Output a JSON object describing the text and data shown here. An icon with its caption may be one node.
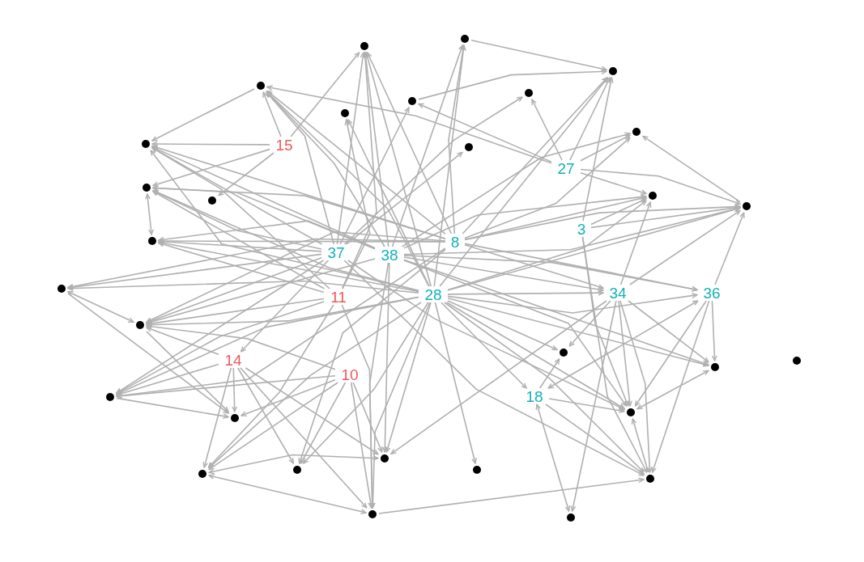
{
  "diagram": {
    "nodes": [
      {
        "text": [],
        "shape": "circle"
      },
      {
        "text": [],
        "shape": "circle"
      },
      {
        "text": [],
        "shape": "circle"
      },
      {
        "text": [],
        "shape": "circle"
      },
      {
        "text": [],
        "shape": "circle"
      },
      {
        "text": [],
        "shape": "circle"
      },
      {
        "text": [],
        "shape": "circle"
      },
      {
        "text": [],
        "shape": "circle"
      },
      {
        "text": [],
        "shape": "circle"
      },
      {
        "text": [
          "15"
        ]
      },
      {
        "text": [],
        "shape": "circle"
      },
      {
        "text": [
          "27"
        ]
      },
      {
        "text": [],
        "shape": "circle"
      },
      {
        "text": [],
        "shape": "circle"
      },
      {
        "text": [],
        "shape": "circle"
      },
      {
        "text": [],
        "shape": "circle"
      },
      {
        "text": [
          "3"
        ]
      },
      {
        "text": [],
        "shape": "circle"
      },
      {
        "text": [
          "8"
        ]
      },
      {
        "text": [
          "37"
        ]
      },
      {
        "text": [
          "38"
        ]
      },
      {
        "text": [],
        "shape": "circle"
      },
      {
        "text": [
          "34"
        ]
      },
      {
        "text": [
          "36"
        ]
      },
      {
        "text": [
          "28"
        ]
      },
      {
        "text": [
          "11"
        ]
      },
      {
        "text": [],
        "shape": "circle"
      },
      {
        "text": [],
        "shape": "circle"
      },
      {
        "text": [],
        "shape": "circle"
      },
      {
        "text": [
          "14"
        ]
      },
      {
        "text": [],
        "shape": "circle"
      },
      {
        "text": [
          "10"
        ]
      },
      {
        "text": [
          "18"
        ]
      },
      {
        "text": [],
        "shape": "circle"
      },
      {
        "text": [],
        "shape": "circle"
      },
      {
        "text": [],
        "shape": "circle"
      },
      {
        "text": [],
        "shape": "circle"
      },
      {
        "text": [],
        "shape": "circle"
      },
      {
        "text": [],
        "shape": "circle"
      },
      {
        "text": [],
        "shape": "circle"
      },
      {
        "text": [],
        "shape": "circle"
      },
      {
        "text": [],
        "shape": "circle"
      },
      {
        "text": [],
        "shape": "circle"
      }
    ],
    "edges": [
      {
        "from": 24,
        "to": 0,
        "arrow": "to"
      },
      {
        "from": 24,
        "to": 1,
        "arrow": "to"
      },
      {
        "from": 24,
        "to": 3,
        "arrow": "to"
      },
      {
        "from": 24,
        "to": 6,
        "arrow": "to"
      },
      {
        "from": 24,
        "to": 8,
        "arrow": "to"
      },
      {
        "from": 24,
        "to": 12,
        "arrow": "to"
      },
      {
        "from": 24,
        "to": 17,
        "arrow": "to"
      },
      {
        "from": 24,
        "to": 21,
        "arrow": "to"
      },
      {
        "from": 24,
        "to": 26,
        "arrow": "to"
      },
      {
        "from": 24,
        "to": 33,
        "arrow": "to"
      },
      {
        "from": 24,
        "to": 39,
        "arrow": "to"
      },
      {
        "from": 24,
        "to": 37,
        "arrow": "to"
      },
      {
        "from": 24,
        "to": 36,
        "arrow": "to"
      },
      {
        "from": 24,
        "to": 38,
        "arrow": "to"
      },
      {
        "from": 24,
        "to": 34,
        "arrow": "to"
      },
      {
        "from": 24,
        "to": 40,
        "arrow": "to"
      },
      {
        "from": 24,
        "to": 30,
        "arrow": "to"
      },
      {
        "from": 24,
        "to": 32,
        "arrow": "to"
      },
      {
        "from": 24,
        "to": 27,
        "arrow": "to"
      },
      {
        "from": 24,
        "to": 22,
        "arrow": "to"
      },
      {
        "from": 24,
        "to": 23,
        "arrow": "to"
      },
      {
        "from": 24,
        "to": 13,
        "arrow": "to"
      },
      {
        "from": 24,
        "to": 15,
        "arrow": "to"
      },
      {
        "from": 24,
        "to": 2,
        "arrow": "to"
      },
      {
        "from": 24,
        "to": 41,
        "arrow": "to"
      },
      {
        "from": 20,
        "to": 1,
        "arrow": "to"
      },
      {
        "from": 20,
        "to": 0,
        "arrow": "to"
      },
      {
        "from": 20,
        "to": 3,
        "arrow": "to"
      },
      {
        "from": 20,
        "to": 8,
        "arrow": "to"
      },
      {
        "from": 20,
        "to": 12,
        "arrow": "to"
      },
      {
        "from": 20,
        "to": 17,
        "arrow": "to"
      },
      {
        "from": 20,
        "to": 26,
        "arrow": "to"
      },
      {
        "from": 20,
        "to": 13,
        "arrow": "to"
      },
      {
        "from": 20,
        "to": 15,
        "arrow": "to"
      },
      {
        "from": 20,
        "to": 22,
        "arrow": "to"
      },
      {
        "from": 20,
        "to": 23,
        "arrow": "to"
      },
      {
        "from": 20,
        "to": 36,
        "arrow": "to"
      },
      {
        "from": 20,
        "to": 41,
        "arrow": "to"
      },
      {
        "from": 20,
        "to": 34,
        "arrow": "to"
      },
      {
        "from": 20,
        "to": 30,
        "arrow": "to"
      },
      {
        "from": 20,
        "to": 7,
        "arrow": "to"
      },
      {
        "from": 18,
        "to": 1,
        "arrow": "to"
      },
      {
        "from": 18,
        "to": 0,
        "arrow": "to"
      },
      {
        "from": 18,
        "to": 3,
        "arrow": "to"
      },
      {
        "from": 18,
        "to": 8,
        "arrow": "to"
      },
      {
        "from": 18,
        "to": 12,
        "arrow": "to"
      },
      {
        "from": 18,
        "to": 17,
        "arrow": "to"
      },
      {
        "from": 18,
        "to": 21,
        "arrow": "to"
      },
      {
        "from": 18,
        "to": 26,
        "arrow": "to"
      },
      {
        "from": 18,
        "to": 33,
        "arrow": "to"
      },
      {
        "from": 18,
        "to": 13,
        "arrow": "to"
      },
      {
        "from": 18,
        "to": 15,
        "arrow": "to"
      },
      {
        "from": 18,
        "to": 22,
        "arrow": "to"
      },
      {
        "from": 18,
        "to": 23,
        "arrow": "to"
      },
      {
        "from": 18,
        "to": 7,
        "arrow": "to"
      },
      {
        "from": 18,
        "to": 2,
        "arrow": "to"
      },
      {
        "from": 18,
        "to": 37,
        "arrow": "to"
      },
      {
        "from": 19,
        "to": 3,
        "arrow": "to"
      },
      {
        "from": 19,
        "to": 8,
        "arrow": "to"
      },
      {
        "from": 19,
        "to": 12,
        "arrow": "to"
      },
      {
        "from": 19,
        "to": 17,
        "arrow": "to"
      },
      {
        "from": 19,
        "to": 21,
        "arrow": "to"
      },
      {
        "from": 19,
        "to": 26,
        "arrow": "to"
      },
      {
        "from": 19,
        "to": 33,
        "arrow": "to"
      },
      {
        "from": 19,
        "to": 1,
        "arrow": "to"
      },
      {
        "from": 19,
        "to": 5,
        "arrow": "to"
      },
      {
        "from": 19,
        "to": 4,
        "arrow": "to"
      },
      {
        "from": 19,
        "to": 10,
        "arrow": "to"
      },
      {
        "from": 19,
        "to": 40,
        "arrow": "to"
      },
      {
        "from": 19,
        "to": 34,
        "arrow": "to"
      },
      {
        "from": 19,
        "to": 29,
        "arrow": "to"
      },
      {
        "from": 25,
        "to": 41,
        "arrow": "to"
      },
      {
        "from": 25,
        "to": 26,
        "arrow": "to"
      },
      {
        "from": 25,
        "to": 33,
        "arrow": "to"
      },
      {
        "from": 25,
        "to": 39,
        "arrow": "to"
      },
      {
        "from": 25,
        "to": 8,
        "arrow": "to"
      },
      {
        "from": 25,
        "to": 12,
        "arrow": "to"
      },
      {
        "from": 25,
        "to": 17,
        "arrow": "to"
      },
      {
        "from": 25,
        "to": 1,
        "arrow": "to"
      },
      {
        "from": 25,
        "to": 6,
        "arrow": "to"
      },
      {
        "from": 11,
        "to": 2,
        "arrow": "to"
      },
      {
        "from": 11,
        "to": 4,
        "arrow": "to"
      },
      {
        "from": 11,
        "to": 13,
        "arrow": "to"
      },
      {
        "from": 11,
        "to": 15,
        "arrow": "to"
      },
      {
        "from": 11,
        "to": 7,
        "arrow": "to"
      },
      {
        "from": 11,
        "to": 5,
        "arrow": "to"
      },
      {
        "from": 11,
        "to": 3,
        "arrow": "to"
      },
      {
        "from": 16,
        "to": 2,
        "arrow": "to"
      },
      {
        "from": 16,
        "to": 13,
        "arrow": "to"
      },
      {
        "from": 16,
        "to": 15,
        "arrow": "to"
      },
      {
        "from": 16,
        "to": 40,
        "arrow": "to"
      },
      {
        "from": 16,
        "to": 34,
        "arrow": "to"
      },
      {
        "from": 22,
        "to": 42,
        "arrow": "to"
      },
      {
        "from": 22,
        "to": 40,
        "arrow": "to"
      },
      {
        "from": 22,
        "to": 34,
        "arrow": "to"
      },
      {
        "from": 22,
        "to": 30,
        "arrow": "to"
      },
      {
        "from": 22,
        "to": 13,
        "arrow": "to"
      },
      {
        "from": 22,
        "to": 15,
        "arrow": "to"
      },
      {
        "from": 22,
        "to": 36,
        "arrow": "to"
      },
      {
        "from": 22,
        "to": 27,
        "arrow": "to"
      },
      {
        "from": 23,
        "to": 30,
        "arrow": "to"
      },
      {
        "from": 23,
        "to": 40,
        "arrow": "to"
      },
      {
        "from": 23,
        "to": 34,
        "arrow": "to"
      },
      {
        "from": 23,
        "to": 15,
        "arrow": "to"
      },
      {
        "from": 23,
        "to": 32,
        "arrow": "both"
      },
      {
        "from": 32,
        "to": 42,
        "arrow": "both"
      },
      {
        "from": 32,
        "to": 40,
        "arrow": "to"
      },
      {
        "from": 32,
        "to": 34,
        "arrow": "to"
      },
      {
        "from": 32,
        "to": 27,
        "arrow": "to"
      },
      {
        "from": 29,
        "to": 35,
        "arrow": "to"
      },
      {
        "from": 29,
        "to": 39,
        "arrow": "to"
      },
      {
        "from": 29,
        "to": 37,
        "arrow": "to"
      },
      {
        "from": 29,
        "to": 36,
        "arrow": "to"
      },
      {
        "from": 29,
        "to": 33,
        "arrow": "to"
      },
      {
        "from": 29,
        "to": 26,
        "arrow": "to"
      },
      {
        "from": 29,
        "to": 41,
        "arrow": "to"
      },
      {
        "from": 31,
        "to": 39,
        "arrow": "to"
      },
      {
        "from": 31,
        "to": 37,
        "arrow": "to"
      },
      {
        "from": 31,
        "to": 35,
        "arrow": "to"
      },
      {
        "from": 31,
        "to": 33,
        "arrow": "to"
      },
      {
        "from": 31,
        "to": 26,
        "arrow": "to"
      },
      {
        "from": 31,
        "to": 41,
        "arrow": "to"
      },
      {
        "from": 31,
        "to": 36,
        "arrow": "to"
      },
      {
        "from": 9,
        "to": 8,
        "arrow": "to"
      },
      {
        "from": 9,
        "to": 12,
        "arrow": "to"
      },
      {
        "from": 9,
        "to": 3,
        "arrow": "to"
      },
      {
        "from": 9,
        "to": 1,
        "arrow": "to"
      },
      {
        "from": 9,
        "to": 14,
        "arrow": "to"
      },
      {
        "from": 0,
        "to": 2,
        "arrow": "to"
      },
      {
        "from": 5,
        "to": 2,
        "arrow": "to"
      },
      {
        "from": 3,
        "to": 8,
        "arrow": "to"
      },
      {
        "from": 15,
        "to": 7,
        "arrow": "to"
      },
      {
        "from": 39,
        "to": 41,
        "arrow": "both"
      },
      {
        "from": 39,
        "to": 36,
        "arrow": "both"
      },
      {
        "from": 41,
        "to": 40,
        "arrow": "to"
      },
      {
        "from": 34,
        "to": 30,
        "arrow": "both"
      },
      {
        "from": 12,
        "to": 17,
        "arrow": "both"
      },
      {
        "from": 21,
        "to": 26,
        "arrow": "both"
      },
      {
        "from": 26,
        "to": 35,
        "arrow": "to"
      },
      {
        "from": 21,
        "to": 35,
        "arrow": "to"
      },
      {
        "from": 33,
        "to": 35,
        "arrow": "to"
      },
      {
        "from": 40,
        "to": 34,
        "arrow": "to"
      }
    ]
  }
}
